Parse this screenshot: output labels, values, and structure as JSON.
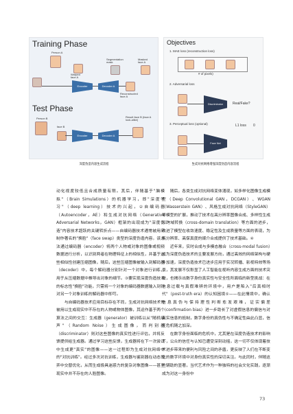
{
  "figure_left": {
    "training_phase_title": "Training Phase",
    "test_phase_title": "Test Phase",
    "labels": {
      "person_a": "Person A",
      "person_b": "Person B",
      "warped_face_a": "Warped face A",
      "segmentation_mask": "Segmentation mask",
      "masked_face_a": "Masked face A",
      "reconstructed_face_a": "Reconstructed face A",
      "face_b": "face B",
      "result_face_b": "Result face B (face A look-alike)",
      "encoder": "Encoder",
      "decoder_a": "Decoder A",
      "encoder_b": "Encoder"
    },
    "caption": "深度伪造内容生成流程"
  },
  "figure_right": {
    "title": "Objectives",
    "items": [
      "1. MAE loss (reconstruction loss)",
      "2. Adversarial loss",
      "3. Perceptual loss (optional)"
    ],
    "labels": {
      "pixels": "# of pixels)",
      "discriminator": "Discriminator",
      "real_fake": "Real/Fake?",
      "l1_loss": "L1 loss",
      "zero": "0",
      "face_net": "Face Net"
    },
    "caption": "生成对抗网络增强深度伪造内容流程"
  },
  "left_column": [
    "动化视度较低且合成质量有限。其后，伴随基于\"脑模拟\"（Brain Simulations）的机器学习，即\"深度学习\"（deep learning）技术的兴起，②自编码器（Autoencoder，AE）和生成对抗网络（Generative Adversarial Networks，GAN）框架的出现成为\"深度伪造\"内容技术超跃的关键转折点——自编码器技术通常被用来制作著名的\"换脸\"（face swap）类型的深度伪造内容。该方法通过编码器（encoder）将两个人物或对象的图像或视频数据进行分析，以识别两者在物理特征上的相似性，并基于这些相似性创建压缩图像，随后，这些压缩图像被输入到解码器（decoder）中，每个解码器分别针对一个对象进行训练，用于从压缩数据中推导出对象的细节。③要实现深度伪造技术的标志性\"换脸\"功能，只需将一个对象的编码器数据输入到针对另一个对象训练的解码器中即可。",
    "与自编码器技术应用目标存在不同，生成对抗网络技术常被用以生成现实中不存在的人物或物体图像，其运作基于两个算法之间的交互：生成器（generator）被训练以从\"随机噪声\"（Random Noise）生成图像，而判别器（discriminator）则对这些图像的真实性进行评估，并将反馈提供给生成器。通过学习这些反馈，生成器将在下一次尝试中生成更\"真实\"的图像——这一过程即为生成对抗网络中的\"对抗训练\"。经过多次对抗训练，生成器与鉴别器在动态博弈中交替优化，从而生成极具迷惑力的复杂对象图像——甚至现实中并不存在的人脸图像。"
  ],
  "right_column": [
    "随后，各类生成对抗网络变体涌现，如多样化图像生成模型（Deep Convolutional GAN，DCGAN）、WGAN（Wasserstein GAN）、风格生成对抗网络（StyleGAN）等模型的扩展，推动了技术在高分辨率图像合成、多样性生成和跨域转换（cross-domain translation）等方面的进步，改进了模型在收敛速度、稳定性及生成质量等方面的表现，为高分辨率、高保真度的媒介合成提供了技术基础。④",
    "近年来，实时合成与多模态融合（cross-modal fusion）成为深度伪造技术的主要发展方向，通过高效的网络架构与硬件加速，深度伪造技术已进步应用于实况转播、影视特效等场景，其发展不仅彰显了人工智能在视听内容生成方面的技术突破，也揭示出数字身份真实性与安全性所面临的新型挑战：在信息过载与真假难辨的环境中，用户是陷入\"后真相时代\"（post-truth era）的认知困境⑤——在此情境中，确认信息真伪与保持理性判断愈发艰难，证实偏差（confirmation bias）进一步助长了对虚假信息的偏信与对真实信息的抵制，数字身份的真伪性与不确定性由此凸显，信任危机随之加深。",
    "在数字身份面临的危机中，尤其是在深度伪造技术的影响下，公众的信任与认知已遭受深刻动摇，这一切不仅体现着技术进步带来的便利与风险之间的矛盾，更反映了人们在不断变化的数字环境中对身份真实性的深切关注。与此同时，伴随这些辅助的显著，当代艺术作为一种独特的社会文化实践，逐渐成为对这一身份中"
  ],
  "page_number": "73"
}
